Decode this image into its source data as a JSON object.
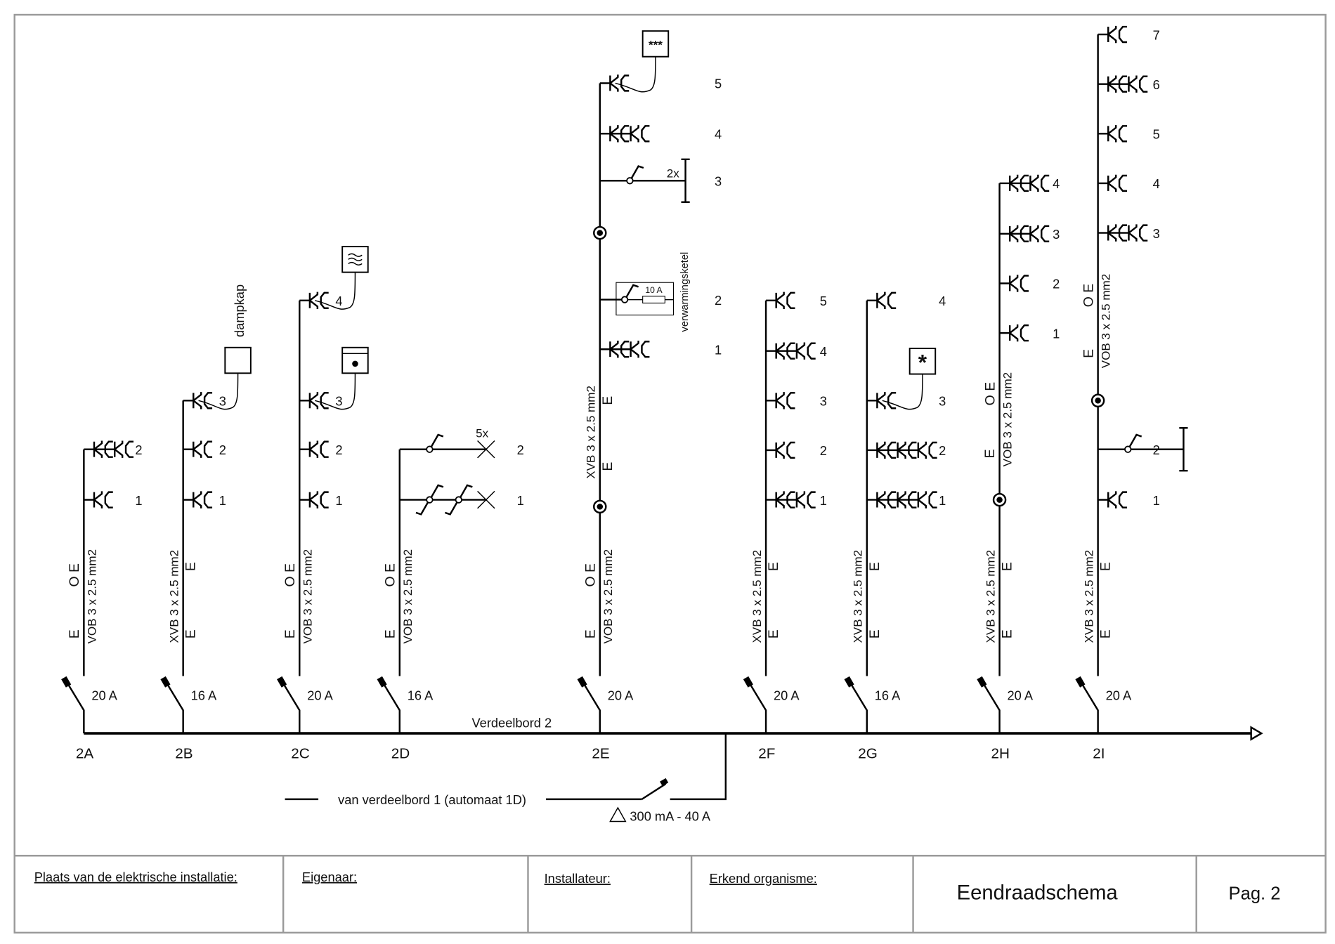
{
  "title_block": {
    "location_label": "Plaats van de elektrische installatie:",
    "owner_label": "Eigenaar:",
    "installer_label": "Installateur:",
    "organism_label": "Erkend organisme:",
    "title": "Eendraadschema",
    "page": "Pag. 2"
  },
  "board": {
    "name": "Verdeelbord 2",
    "feed_label": "van verdeelbord 1 (automaat 1D)",
    "differential": "300 mA - 40 A"
  },
  "circuits": [
    {
      "id": "2A",
      "breaker": "20 A",
      "cables": [
        {
          "type": "VOB 3 x 2.5 mm2",
          "marks": [
            "E",
            "O E"
          ]
        }
      ],
      "points": [
        {
          "n": "1",
          "kind": "socket",
          "count": 1
        },
        {
          "n": "2",
          "kind": "socket",
          "count": 2
        }
      ]
    },
    {
      "id": "2B",
      "breaker": "16 A",
      "cables": [
        {
          "type": "XVB 3 x 2.5 mm2",
          "marks": [
            "E",
            "E"
          ]
        }
      ],
      "points": [
        {
          "n": "1",
          "kind": "socket",
          "count": 1
        },
        {
          "n": "2",
          "kind": "socket",
          "count": 1
        },
        {
          "n": "3",
          "kind": "socket",
          "count": 1,
          "appliance": "plain",
          "appliance_label": "dampkap"
        }
      ]
    },
    {
      "id": "2C",
      "breaker": "20 A",
      "cables": [
        {
          "type": "VOB 3 x 2.5 mm2",
          "marks": [
            "E",
            "O E"
          ]
        }
      ],
      "points": [
        {
          "n": "1",
          "kind": "socket",
          "count": 1
        },
        {
          "n": "2",
          "kind": "socket",
          "count": 1
        },
        {
          "n": "3",
          "kind": "socket",
          "count": 1,
          "appliance": "oven"
        },
        {
          "n": "4",
          "kind": "socket",
          "count": 1,
          "appliance": "washer"
        }
      ]
    },
    {
      "id": "2D",
      "breaker": "16 A",
      "cables": [
        {
          "type": "VOB 3 x 2.5 mm2",
          "marks": [
            "E",
            "O E"
          ]
        }
      ],
      "points": [
        {
          "n": "1",
          "kind": "light",
          "switches": 2
        },
        {
          "n": "2",
          "kind": "light",
          "switches": 1,
          "multiplier": "5x"
        }
      ]
    },
    {
      "id": "2E",
      "breaker": "20 A",
      "cables": [
        {
          "type": "VOB 3 x 2.5 mm2",
          "marks": [
            "E",
            "O E"
          ]
        },
        {
          "type": "XVB 3 x 2.5 mm2",
          "marks": [
            "E",
            "E"
          ]
        }
      ],
      "points": [
        {
          "n": "1",
          "kind": "socket",
          "count": 2
        },
        {
          "n": "2",
          "kind": "boiler",
          "fuse": "10 A",
          "label": "verwarmingsketel"
        },
        {
          "n": "3",
          "kind": "lightbar",
          "multiplier": "2x"
        },
        {
          "n": "4",
          "kind": "socket",
          "count": 2
        },
        {
          "n": "5",
          "kind": "socket",
          "count": 1,
          "appliance": "text",
          "appliance_text": "***"
        }
      ]
    },
    {
      "id": "2F",
      "breaker": "20 A",
      "cables": [
        {
          "type": "XVB 3 x 2.5 mm2",
          "marks": [
            "E",
            "E"
          ]
        }
      ],
      "points": [
        {
          "n": "1",
          "kind": "socket",
          "count": 2
        },
        {
          "n": "2",
          "kind": "socket",
          "count": 1
        },
        {
          "n": "3",
          "kind": "socket",
          "count": 1
        },
        {
          "n": "4",
          "kind": "socket",
          "count": 2
        },
        {
          "n": "5",
          "kind": "socket",
          "count": 1
        }
      ]
    },
    {
      "id": "2G",
      "breaker": "16 A",
      "cables": [
        {
          "type": "XVB 3 x 2.5 mm2",
          "marks": [
            "E",
            "E"
          ]
        }
      ],
      "points": [
        {
          "n": "1",
          "kind": "socket",
          "count": 3
        },
        {
          "n": "2",
          "kind": "socket",
          "count": 3
        },
        {
          "n": "3",
          "kind": "socket",
          "count": 1,
          "appliance": "text",
          "appliance_text": "*"
        },
        {
          "n": "4",
          "kind": "socket",
          "count": 1
        }
      ]
    },
    {
      "id": "2H",
      "breaker": "20 A",
      "cables": [
        {
          "type": "XVB 3 x 2.5 mm2",
          "marks": [
            "E",
            "E"
          ]
        },
        {
          "type": "VOB 3 x 2.5 mm2",
          "marks": [
            "E",
            "O E"
          ]
        }
      ],
      "points": [
        {
          "n": "1",
          "kind": "socket",
          "count": 1
        },
        {
          "n": "2",
          "kind": "socket",
          "count": 1
        },
        {
          "n": "3",
          "kind": "socket",
          "count": 2
        },
        {
          "n": "4",
          "kind": "socket",
          "count": 2
        }
      ]
    },
    {
      "id": "2I",
      "breaker": "20 A",
      "cables": [
        {
          "type": "XVB 3 x 2.5 mm2",
          "marks": [
            "E",
            "E"
          ]
        },
        {
          "type": "VOB 3 x 2.5 mm2",
          "marks": [
            "E",
            "O E"
          ]
        }
      ],
      "points": [
        {
          "n": "1",
          "kind": "socket",
          "count": 1
        },
        {
          "n": "2",
          "kind": "lightbar"
        },
        {
          "n": "3",
          "kind": "socket",
          "count": 2
        },
        {
          "n": "4",
          "kind": "socket",
          "count": 1
        },
        {
          "n": "5",
          "kind": "socket",
          "count": 1
        },
        {
          "n": "6",
          "kind": "socket",
          "count": 2
        },
        {
          "n": "7",
          "kind": "socket",
          "count": 1
        }
      ]
    }
  ]
}
